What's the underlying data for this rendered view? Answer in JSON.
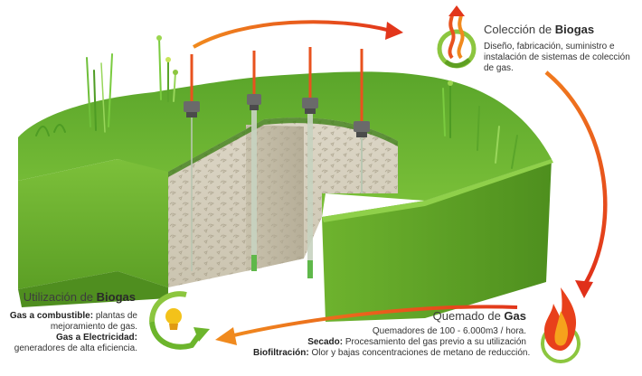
{
  "collection": {
    "title_light": "Colección de ",
    "title_bold": "Biogas",
    "description": "Diseño, fabricación, suministro e instalación de sistemas de colección de gas."
  },
  "utilization": {
    "title_light": "Utilización de ",
    "title_bold": "Biogas",
    "line1_bold": "Gas a combustible:",
    "line1_rest": " plantas de mejoramiento de gas.",
    "line2_bold": "Gas a Electricidad:",
    "line2_rest": " generadores de alta eficiencia."
  },
  "flare": {
    "title_light": "Quemado de ",
    "title_bold": "Gas",
    "line1": "Quemadores de 100 - 6.000m3 / hora.",
    "line2_bold": "Secado:",
    "line2_rest": " Procesamiento del gas previo a su utilización",
    "line3_bold": "Biofiltración:",
    "line3_rest": " Olor y bajas concentraciones de metano de reducción."
  },
  "icons": {
    "collection": "gas-wave-icon",
    "utilization": "lightbulb-icon",
    "flare": "flame-icon"
  },
  "colors": {
    "grass": "#6fb52c",
    "soil": "#d8d2c2",
    "arrow": "#e8521e",
    "accent_green": "#8cc63f"
  }
}
